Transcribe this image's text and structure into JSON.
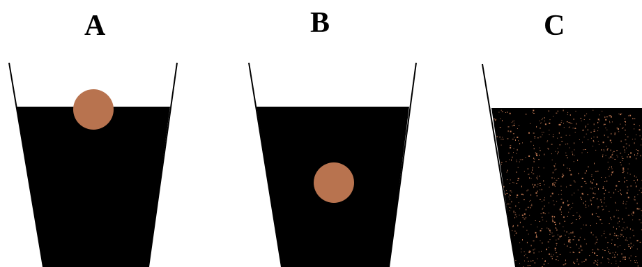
{
  "panels": [
    {
      "label": "A",
      "particle": "large-sphere-floating"
    },
    {
      "label": "B",
      "particle": "large-sphere-sunk"
    },
    {
      "label": "C",
      "particle": "fine-particles-dispersed"
    }
  ],
  "colors": {
    "liquid": "#000000",
    "particle": "#b8734f",
    "outline": "#000000",
    "background": "#ffffff"
  }
}
